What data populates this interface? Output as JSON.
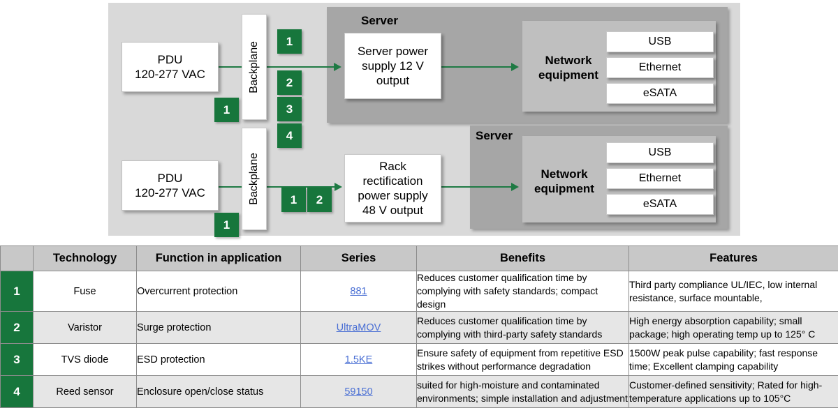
{
  "diagram": {
    "rows": [
      {
        "pdu_label": "PDU\n120-277 VAC",
        "pdu_line1": "PDU",
        "pdu_line2": "120-277 VAC",
        "backplane_label": "Backplane",
        "server_title": "Server",
        "psu_line1": "Server power",
        "psu_line2": "supply 12 V",
        "psu_line3": "output",
        "network_label_line1": "Network",
        "network_label_line2": "equipment",
        "ports": [
          "USB",
          "Ethernet",
          "eSATA"
        ],
        "pdu_badge": "1",
        "backplane_badges": [
          "1",
          "2",
          "3",
          "4"
        ]
      },
      {
        "pdu_line1": "PDU",
        "pdu_line2": "120-277 VAC",
        "backplane_label": "Backplane",
        "server_title": "Server",
        "psu_line1": "Rack",
        "psu_line2": "rectification",
        "psu_line3": "power supply",
        "psu_line4": "48 V output",
        "network_label_line1": "Network",
        "network_label_line2": "equipment",
        "ports": [
          "USB",
          "Ethernet",
          "eSATA"
        ],
        "pdu_badge": "1",
        "output_badges": [
          "1",
          "2"
        ]
      }
    ]
  },
  "table": {
    "headers": [
      "",
      "Technology",
      "Function in application",
      "Series",
      "Benefits",
      "Features"
    ],
    "rows": [
      {
        "num": "1",
        "technology": "Fuse",
        "function": "Overcurrent protection",
        "series": "881",
        "benefits": "Reduces customer qualification time by complying with safety standards; compact design",
        "features": "Third party compliance UL/IEC, low internal resistance, surface mountable,"
      },
      {
        "num": "2",
        "technology": "Varistor",
        "function": "Surge protection",
        "series": "UltraMOV",
        "benefits": "Reduces customer qualification time by complying with third-party safety standards",
        "features": "High energy absorption capability; small package; high operating temp up to 125° C"
      },
      {
        "num": "3",
        "technology": "TVS diode",
        "function": "ESD protection",
        "series": "1.5KE",
        "benefits": "Ensure safety of equipment from repetitive ESD strikes  without performance degradation",
        "features": "1500W peak pulse capability; fast response time; Excellent clamping capability"
      },
      {
        "num": "4",
        "technology": "Reed sensor",
        "function": "Enclosure open/close status",
        "series": "59150",
        "benefits": "suited for high-moisture and contaminated environments; simple installation and adjustment",
        "features": "Customer-defined sensitivity; Rated for high-temperature applications up to 105°C"
      }
    ]
  },
  "colors": {
    "green": "#17763c",
    "wire": "#1f7a44",
    "link": "#4a6fd4",
    "panel": "#d9d9d9",
    "server": "#a6a6a6",
    "network": "#bfbfbf",
    "header": "#c8c8c8"
  }
}
